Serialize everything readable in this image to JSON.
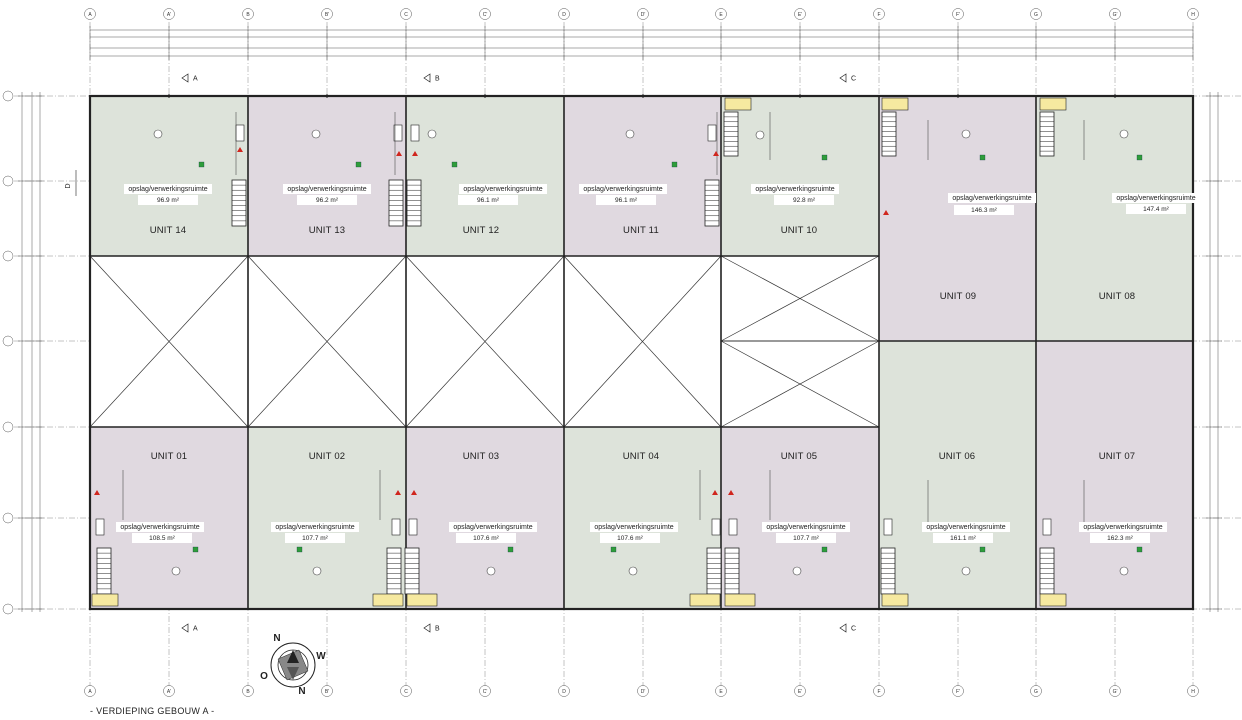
{
  "drawing": {
    "caption": "- VERDIEPING GEBOUW A -",
    "function_label": "opslag/verwerkingsruimte",
    "section_markers": [
      "A",
      "B",
      "C"
    ],
    "side_marker": "D",
    "grid_letters": [
      "A",
      "A'",
      "B",
      "B'",
      "C",
      "C'",
      "D",
      "D'",
      "E",
      "E'",
      "F",
      "F'",
      "G",
      "G'",
      "H"
    ],
    "compass_letters": [
      "N",
      "O",
      "W",
      "N"
    ]
  },
  "units_top": [
    {
      "name": "UNIT 14",
      "area": "96.9 m²",
      "color": "#dde3da"
    },
    {
      "name": "UNIT 13",
      "area": "96.2 m²",
      "color": "#e0d9e0"
    },
    {
      "name": "UNIT 12",
      "area": "96.1 m²",
      "color": "#dde3da"
    },
    {
      "name": "UNIT 11",
      "area": "96.1 m²",
      "color": "#e0d9e0"
    },
    {
      "name": "UNIT 10",
      "area": "92.8 m²",
      "color": "#dde3da"
    },
    {
      "name": "UNIT 09",
      "area": "146.3 m²",
      "color": "#e0d9e0"
    },
    {
      "name": "UNIT 08",
      "area": "147.4 m²",
      "color": "#dde3da"
    }
  ],
  "units_bottom": [
    {
      "name": "UNIT 01",
      "area": "108.5 m²",
      "color": "#e0d9e0"
    },
    {
      "name": "UNIT 02",
      "area": "107.7 m²",
      "color": "#dde3da"
    },
    {
      "name": "UNIT 03",
      "area": "107.6 m²",
      "color": "#e0d9e0"
    },
    {
      "name": "UNIT 04",
      "area": "107.6 m²",
      "color": "#dde3da"
    },
    {
      "name": "UNIT 05",
      "area": "107.7 m²",
      "color": "#e0d9e0"
    },
    {
      "name": "UNIT 06",
      "area": "161.1 m²",
      "color": "#dde3da"
    },
    {
      "name": "UNIT 07",
      "area": "162.3 m²",
      "color": "#e0d9e0"
    }
  ]
}
